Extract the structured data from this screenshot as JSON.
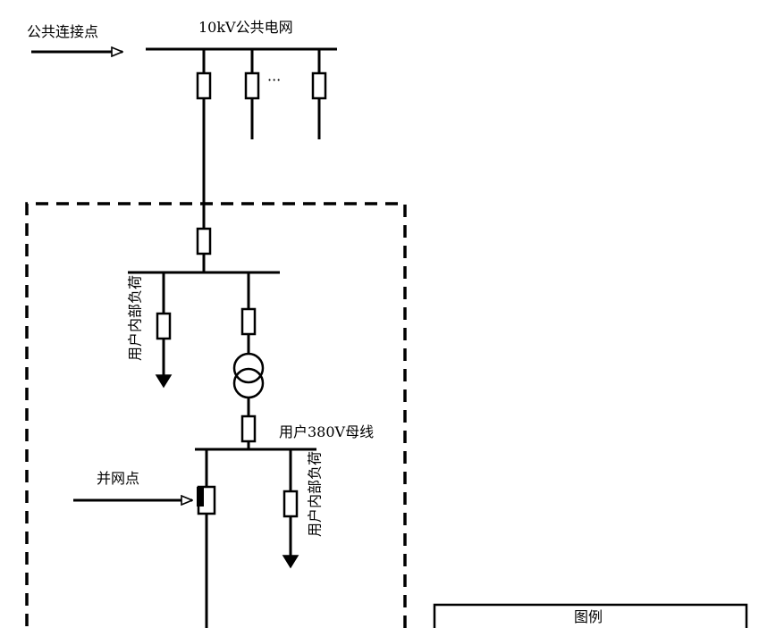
{
  "labels": {
    "pcc": "公共连接点",
    "grid": "10kV公共电网",
    "dots": "···",
    "load_upper": "用户内部负荷",
    "bus380": "用户380V母线",
    "grid_point": "并网点",
    "load_lower": "用户内部负荷",
    "legend_title": "图例"
  }
}
